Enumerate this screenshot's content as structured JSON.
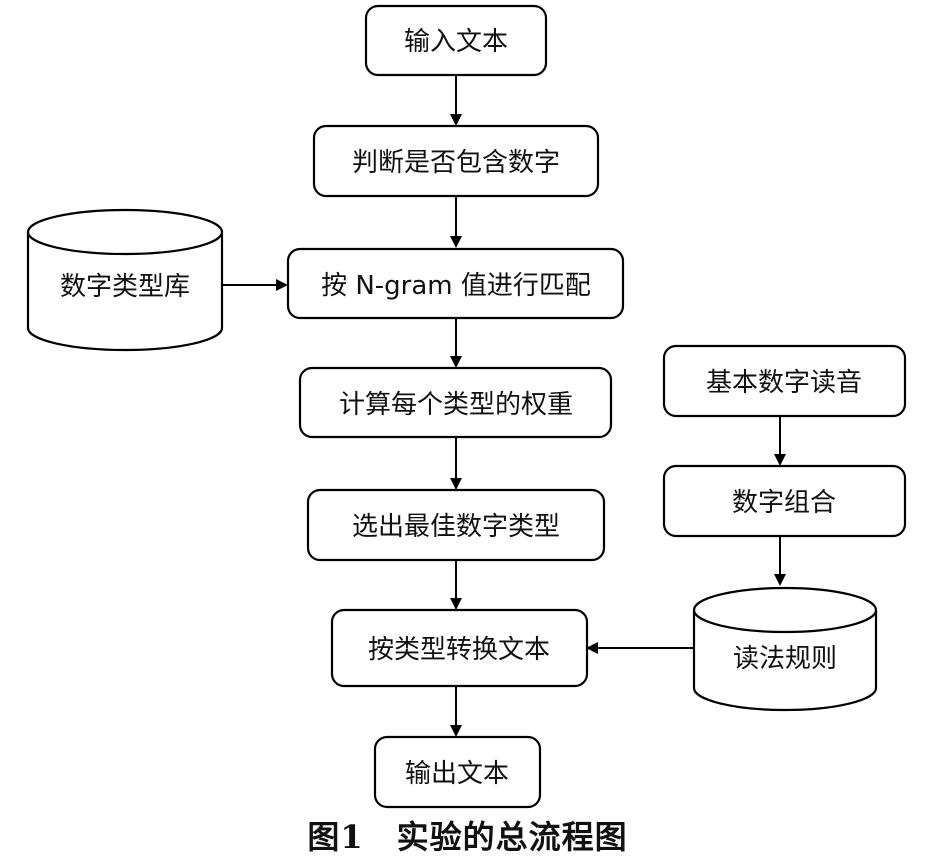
{
  "nodes": {
    "input_text": "输入文本",
    "check_digits": "判断是否包含数字",
    "ngram_match": "按 N-gram 值进行匹配",
    "compute_weight": "计算每个类型的权重",
    "select_type": "选出最佳数字类型",
    "convert_text": "按类型转换文本",
    "output_text": "输出文本",
    "digit_type_db": "数字类型库",
    "basic_reading": "基本数字读音",
    "digit_combo": "数字组合",
    "reading_rules": "读法规则"
  },
  "caption": "图1　实验的总流程图"
}
